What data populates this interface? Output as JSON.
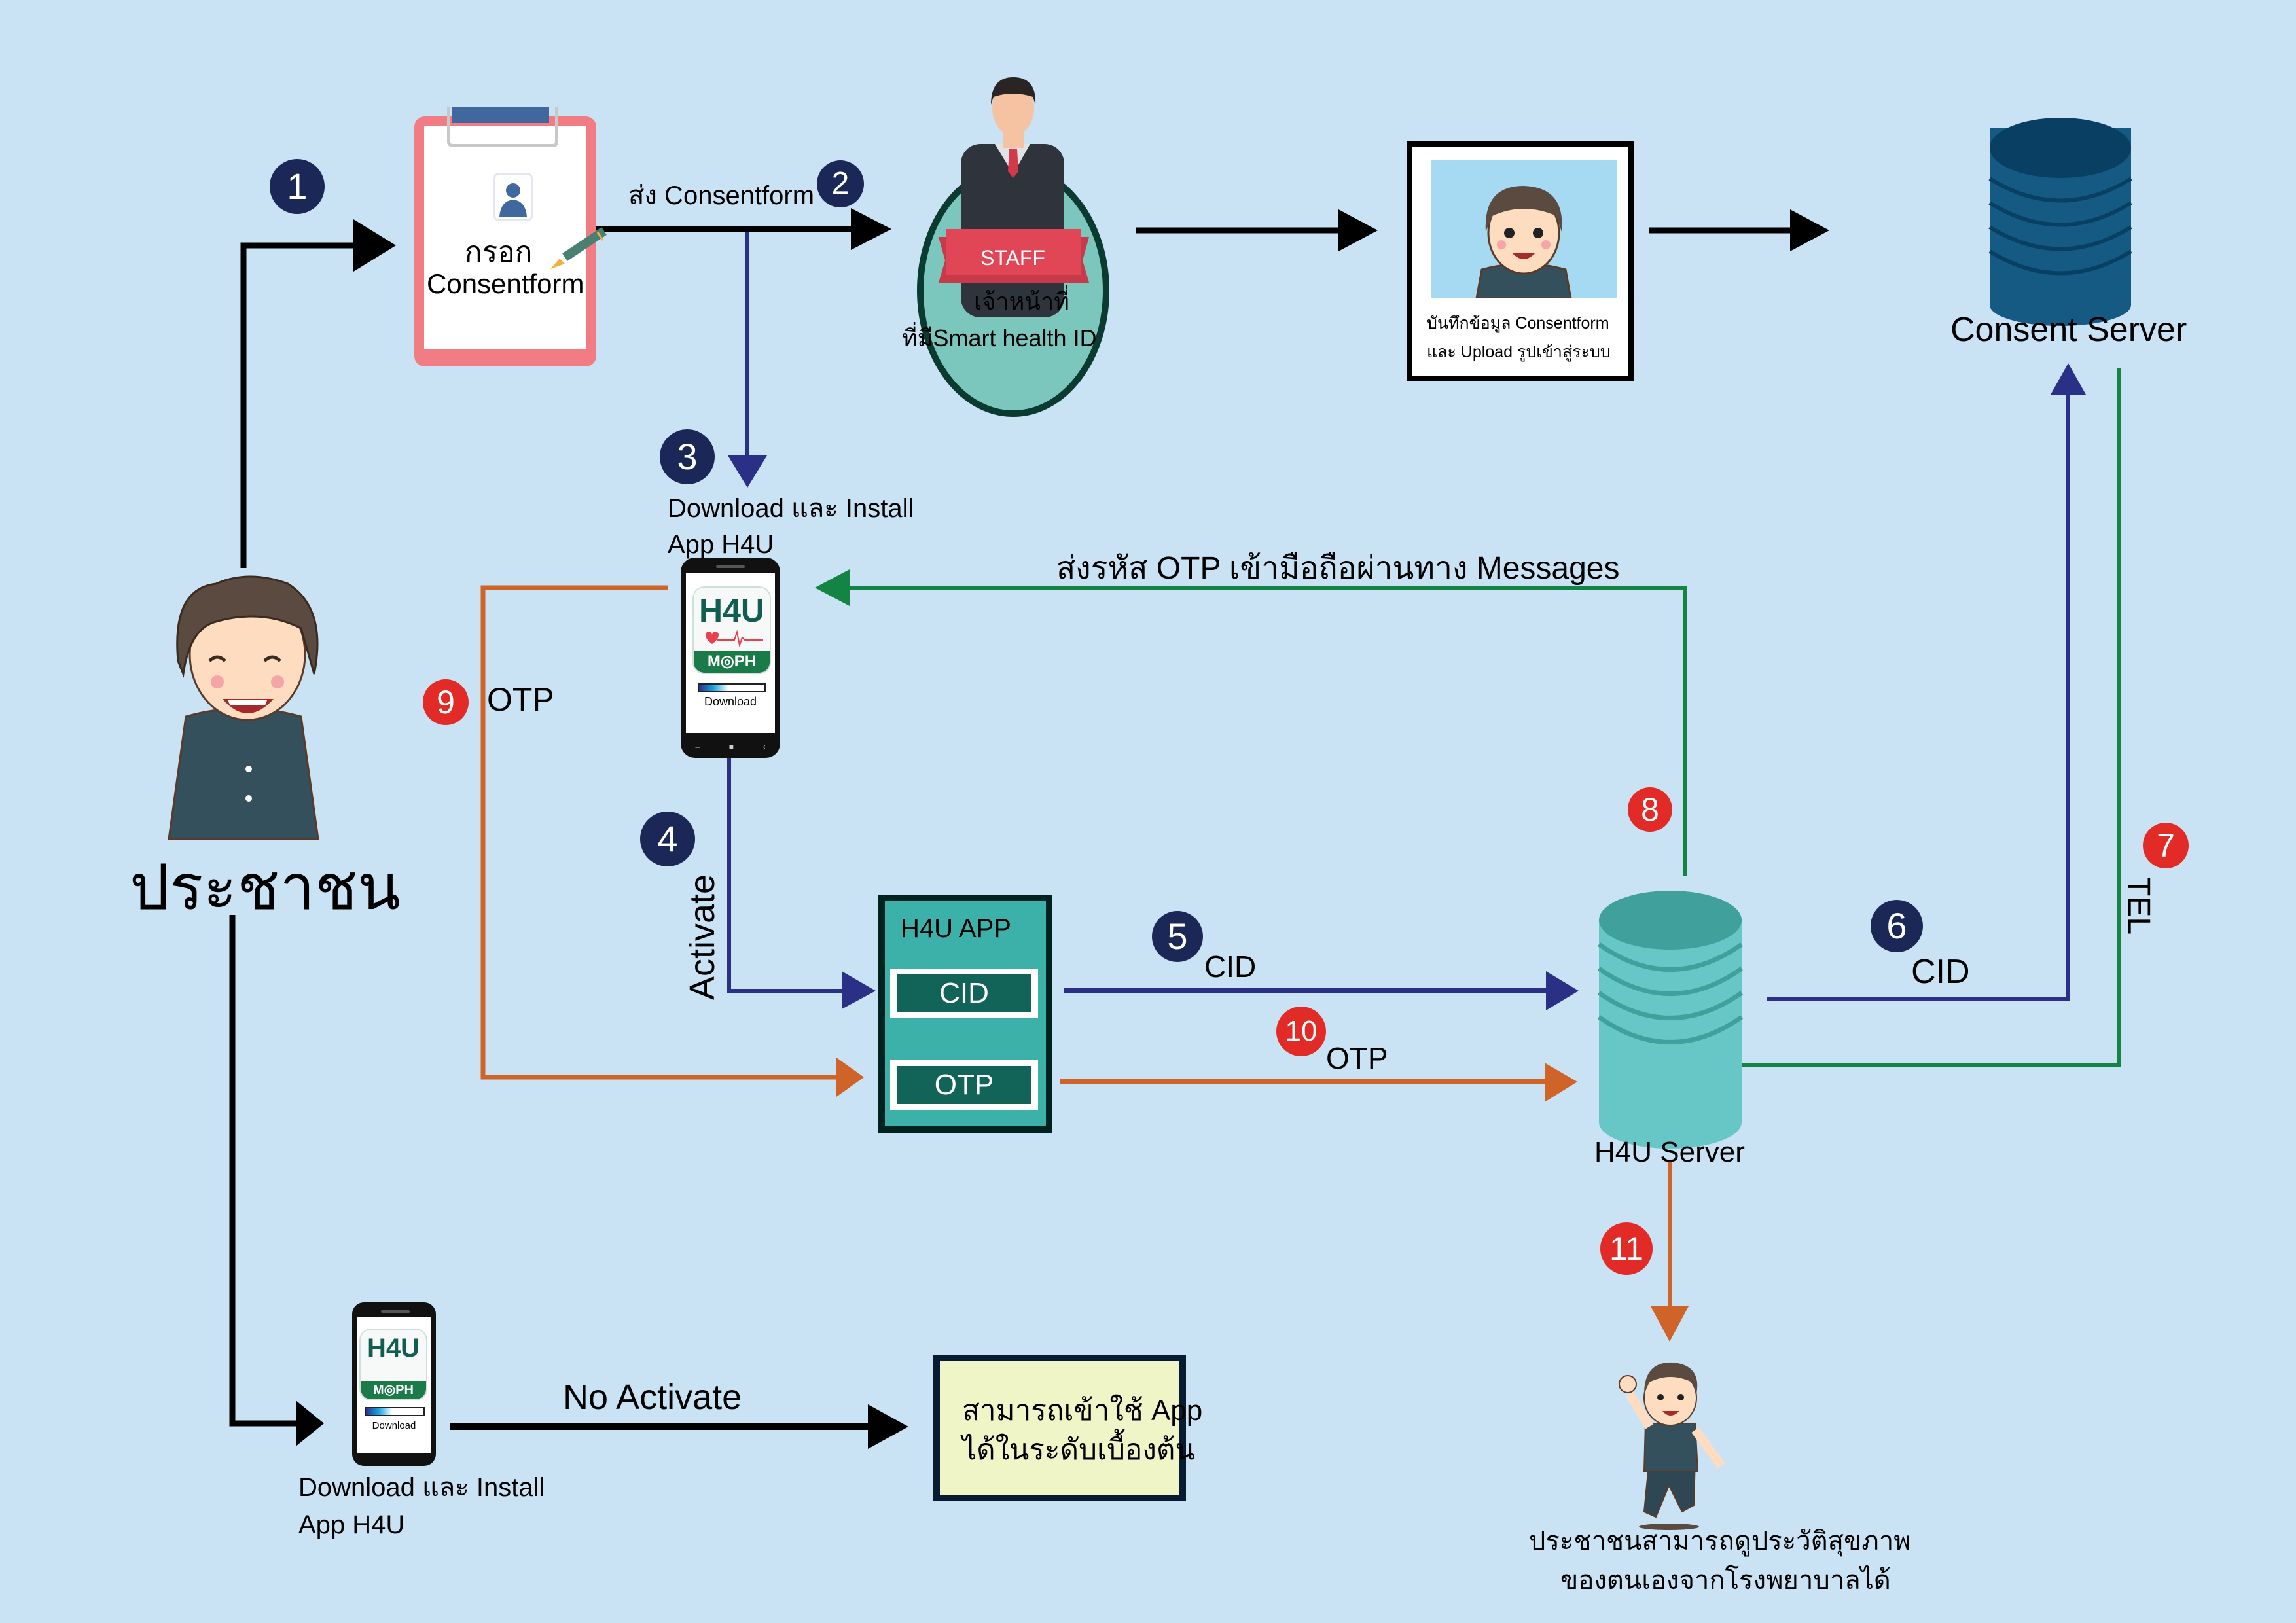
{
  "colors": {
    "background": "#c9e3f5",
    "badge_navy": "#1b2857",
    "badge_red": "#e22b26",
    "arrow_black": "#000000",
    "arrow_blue": "#2a3086",
    "arrow_green": "#138444",
    "arrow_orange": "#cf6328",
    "consent_server": "#145a82",
    "h4u_server": "#66c7c6"
  },
  "nodes": {
    "citizen": {
      "label": "ประชาชน",
      "icon": "citizen-icon"
    },
    "clipboard": {
      "line1": "กรอก",
      "line2": "Consentform",
      "icon": "clipboard-icon"
    },
    "staff": {
      "banner": "STAFF",
      "line1": "เจ้าหน้าที่",
      "line2": "ที่มีSmart health ID",
      "icon": "staff-icon"
    },
    "record": {
      "line1": "บันทึกข้อมูล Consentform",
      "line2": "และ Upload รูปเข้าสู่ระบบ",
      "icon": "photo-icon"
    },
    "consent_server": {
      "label": "Consent Server",
      "icon": "database-icon"
    },
    "phone_top": {
      "caption1": "Download และ Install",
      "caption2": "App H4U",
      "app_name": "H4U",
      "app_org": "M◎PH",
      "download_label": "Download",
      "download_progress": 0.45
    },
    "phone_bottom": {
      "caption1": "Download และ Install",
      "caption2": "App H4U",
      "app_name": "H4U",
      "app_org": "M◎PH",
      "download_label": "Download",
      "download_progress": 0.45
    },
    "h4u_app": {
      "title": "H4U APP",
      "field_cid": "CID",
      "field_otp": "OTP"
    },
    "h4u_server": {
      "label": "H4U Server",
      "icon": "database-icon"
    },
    "basic_access": {
      "line1": "สามารถเข้าใช้ App",
      "line2": "ได้ในระดับเบื้องต้น"
    },
    "result": {
      "line1": "ประชาชนสามารถดูประวัติสุขภาพ",
      "line2": "ของตนเองจากโรงพยาบาลได้",
      "icon": "happy-citizen-icon"
    }
  },
  "edges": [
    {
      "step": "1",
      "from": "citizen",
      "to": "clipboard",
      "label": "",
      "color": "black"
    },
    {
      "step": "2",
      "from": "clipboard",
      "to": "staff",
      "label": "ส่ง Consentform",
      "color": "black"
    },
    {
      "step": "3",
      "from": "clipboard",
      "to": "phone_top",
      "label": "Download และ Install App H4U",
      "color": "blue"
    },
    {
      "step": "",
      "from": "staff",
      "to": "record",
      "label": "",
      "color": "black"
    },
    {
      "step": "",
      "from": "record",
      "to": "consent_server",
      "label": "",
      "color": "black"
    },
    {
      "step": "4",
      "from": "phone_top",
      "to": "h4u_app",
      "label": "Activate",
      "color": "blue"
    },
    {
      "step": "5",
      "from": "h4u_app",
      "to": "h4u_server",
      "label": "CID",
      "color": "blue"
    },
    {
      "step": "6",
      "from": "h4u_server",
      "to": "consent_server",
      "label": "CID",
      "color": "blue"
    },
    {
      "step": "7",
      "from": "consent_server",
      "to": "h4u_server",
      "label": "TEL",
      "color": "green"
    },
    {
      "step": "8",
      "from": "h4u_server",
      "to": "phone_top",
      "label": "ส่งรหัส OTP เข้ามือถือผ่านทาง Messages",
      "color": "green"
    },
    {
      "step": "9",
      "from": "phone_top",
      "to": "h4u_app",
      "label": "OTP",
      "color": "orange"
    },
    {
      "step": "10",
      "from": "h4u_app",
      "to": "h4u_server",
      "label": "OTP",
      "color": "orange"
    },
    {
      "step": "11",
      "from": "h4u_server",
      "to": "result",
      "label": "",
      "color": "orange"
    },
    {
      "step": "",
      "from": "citizen",
      "to": "phone_bottom",
      "label": "",
      "color": "black"
    },
    {
      "step": "",
      "from": "phone_bottom",
      "to": "basic_access",
      "label": "No Activate",
      "color": "black"
    }
  ]
}
